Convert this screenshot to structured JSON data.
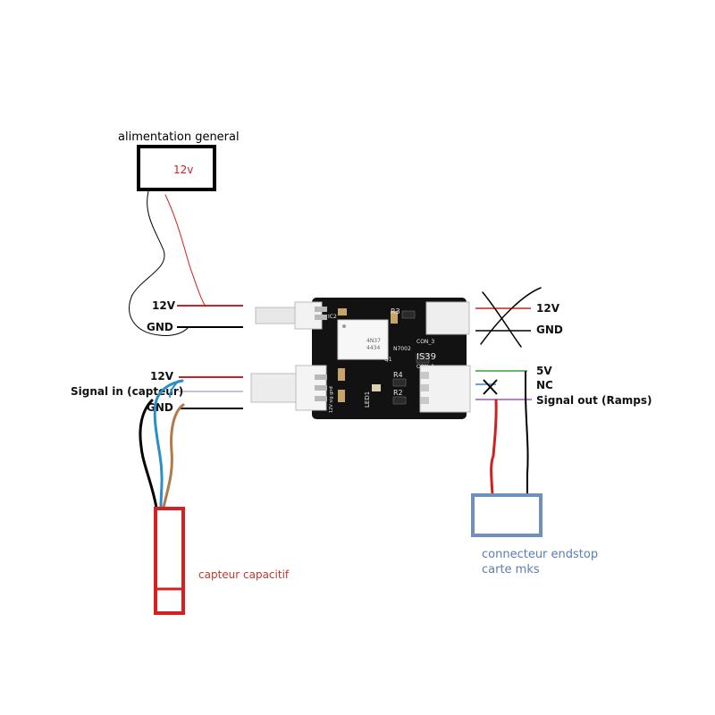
{
  "power_supply": {
    "title": "alimentation general",
    "voltage": "12v"
  },
  "left_power_connector": {
    "label_12v": "12V",
    "label_gnd": "GND"
  },
  "left_signal_connector": {
    "label_12v": "12V",
    "label_signal": "Signal in (capteur)",
    "label_gnd": "GND"
  },
  "right_power_connector": {
    "label_12v": "12V",
    "label_gnd": "GND"
  },
  "right_signal_connector": {
    "label_5v": "5V",
    "label_nc": "NC",
    "label_signal_out": "Signal out (Ramps)"
  },
  "endstop": {
    "label_line1": "connecteur endstop",
    "label_line2": "carte mks"
  },
  "sensor": {
    "label": "capteur capacitif"
  },
  "pcb": {
    "ic_label_1": "4N37",
    "ic_label_2": "4434",
    "r3": "R3",
    "r4": "R4",
    "r2": "R2",
    "ic2": "IC2",
    "q1": "Q1",
    "n7002": "N7002",
    "led1": "LED1",
    "con3": "CON_3",
    "con1": "CON_1",
    "code": "IS39",
    "silk_text": "12V sig gnd"
  },
  "colors": {
    "red": "#cc2222",
    "black": "#000000",
    "blue": "#2a8fc8",
    "brown": "#b07a4a",
    "green": "#3aa03a",
    "purple": "#9b59b6",
    "lavender": "#c9c0e0",
    "endstop_blue": "#6f8fbf",
    "sensor_red": "#d42020",
    "label_red": "#c0392b",
    "endstop_text": "#5b7db3"
  }
}
